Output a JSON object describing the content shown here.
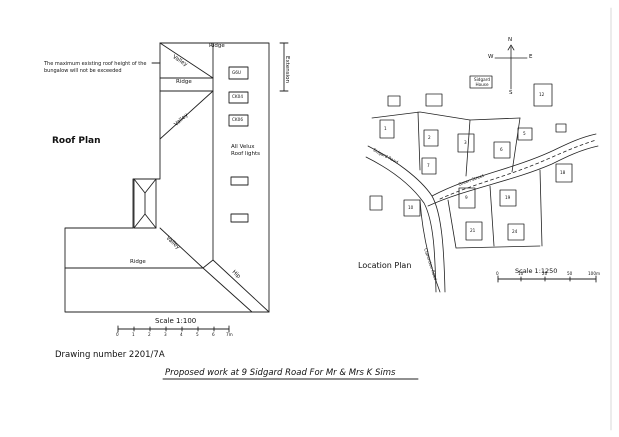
{
  "roof_plan": {
    "title": "Roof Plan",
    "note": "The maximum existing roof height of the bungalow will not be exceeded",
    "extension_label": "Extension",
    "ridge_labels": [
      "Ridge",
      "Ridge",
      "Ridge"
    ],
    "valley_labels": [
      "Valley",
      "Valley",
      "Valley"
    ],
    "hip_label": "Hip",
    "rooflight_sizes": [
      "G6U",
      "CK04",
      "CK06"
    ],
    "velux_note": "All Velux Roof lights",
    "scale_label": "Scale 1:100",
    "scale_ticks": [
      "0",
      "1",
      "2",
      "3",
      "4",
      "5",
      "6",
      "7m"
    ]
  },
  "location_plan": {
    "title": "Location Plan",
    "scale_label": "Scale 1:1250",
    "scale_ticks": [
      "0",
      "10",
      "20",
      "50",
      "100m"
    ],
    "north": "N",
    "south": "S",
    "east": "E",
    "west": "W",
    "feature_label": "Sidgard House",
    "roads": [
      "Sidgard Road",
      "Green Street",
      "Clarendon Road"
    ],
    "house_numbers": [
      "1",
      "2",
      "3",
      "5",
      "6",
      "7",
      "9",
      "10",
      "12",
      "18",
      "19",
      "21",
      "24"
    ]
  },
  "drawing_number": "Drawing number 2201/7A",
  "footer_title": "Proposed work at 9 Sidgard Road For Mr & Mrs K Sims"
}
